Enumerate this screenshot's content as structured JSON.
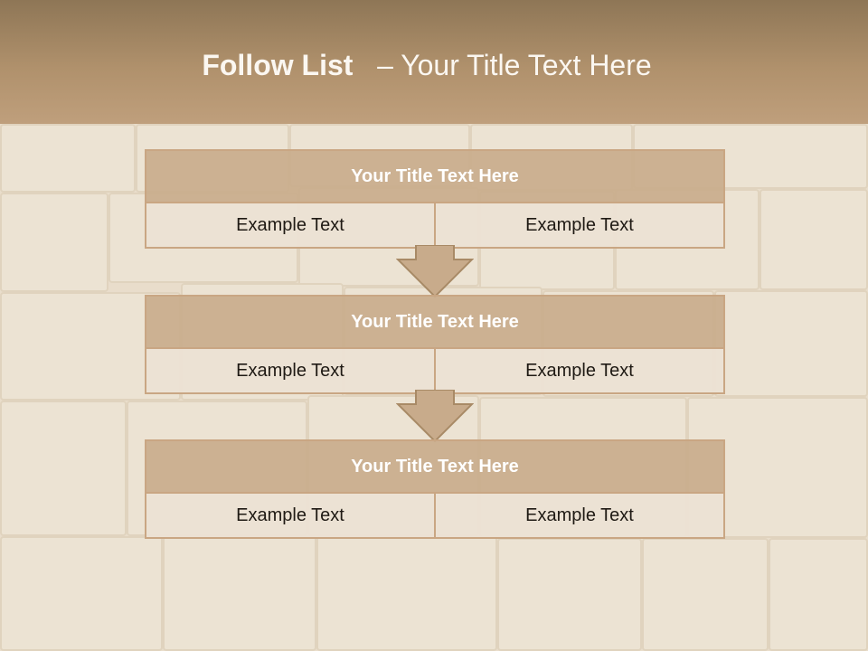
{
  "slide": {
    "title_bold": "Follow List",
    "title_rest": "– Your Title Text Here"
  },
  "steps": [
    {
      "title": "Your Title Text Here",
      "left": "Example Text",
      "right": "Example Text"
    },
    {
      "title": "Your Title Text Here",
      "left": "Example Text",
      "right": "Example Text"
    },
    {
      "title": "Your Title Text Here",
      "left": "Example Text",
      "right": "Example Text"
    }
  ],
  "colors": {
    "header": "#a88a66",
    "block_border": "#c9a683",
    "block_title_fill": "#c9ac8c",
    "cell_fill": "#ece2d4",
    "arrow_fill": "#c8ab8b"
  }
}
